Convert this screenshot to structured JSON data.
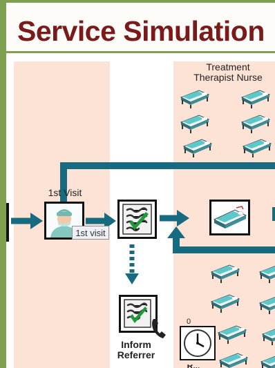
{
  "title": "Service Simulation",
  "labels": {
    "treatment_line1": "Treatment",
    "treatment_line2": "Therapist Nurse",
    "first_visit": "1st Visit",
    "inform_line1": "Inform",
    "inform_line2": "Referrer",
    "clock_number": "0",
    "tooltip": "1st visit",
    "bottom_cutoff": "R..."
  },
  "colors": {
    "title": "#7b1a1a",
    "frame": "#7fa050",
    "panel": "#fde3d6",
    "arrow": "#176b80",
    "bed": "#5ec7c9"
  },
  "icons": {
    "doctor": "doctor-icon",
    "checklist": "checklist-icon",
    "bed": "hospital-bed-icon",
    "phone": "phone-icon",
    "clock": "clock-icon"
  }
}
